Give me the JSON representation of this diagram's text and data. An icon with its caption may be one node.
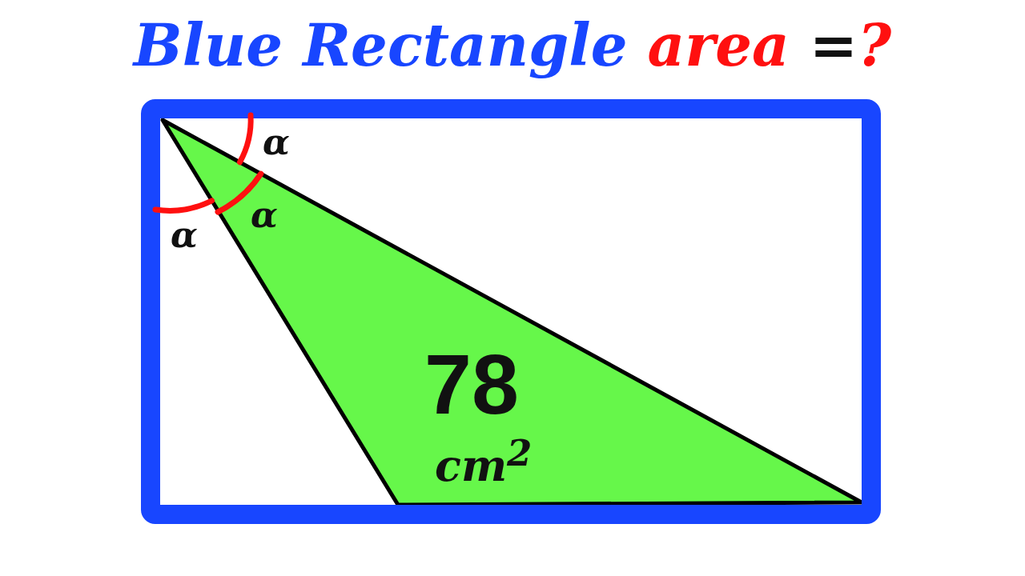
{
  "diagram": {
    "title": "Blue Rectangle area =?",
    "labels": [
      "α",
      "α",
      "α",
      "78",
      "cm$^{2}$"
    ]
  }
}
